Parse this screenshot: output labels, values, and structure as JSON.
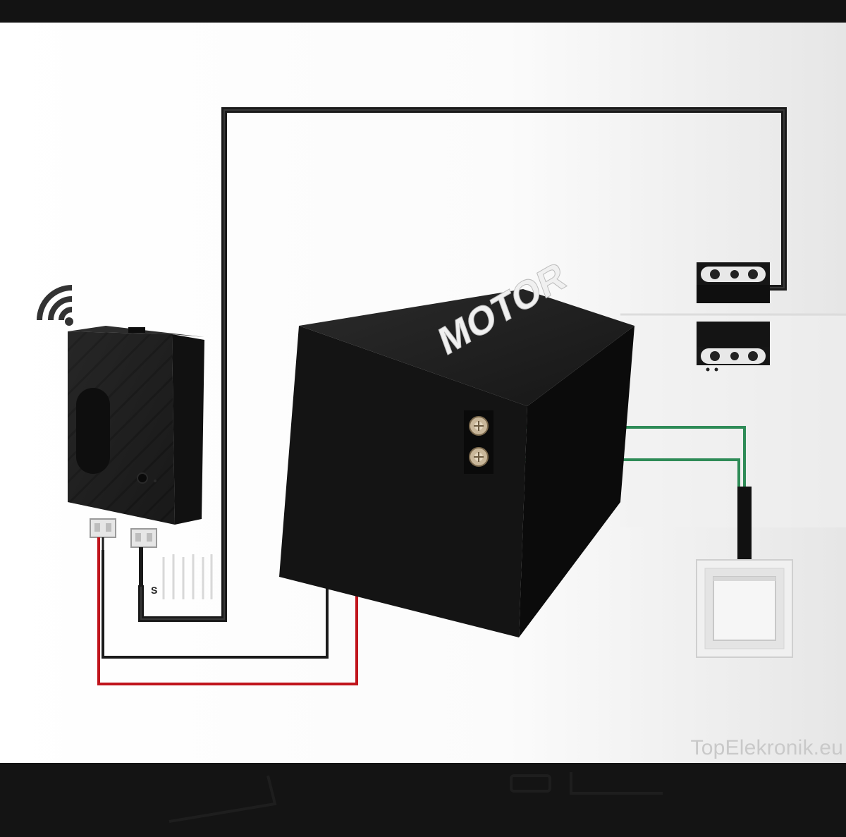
{
  "diagram": {
    "motor_label": "MOTOR",
    "pin_label": "S",
    "watermark": "TopElekronik.eu"
  },
  "colors": {
    "background": "#ffffff",
    "frame": "#111111",
    "device_body": "#1f1f1f",
    "motor_body": "#121212",
    "wire_black": "#1a1a1a",
    "wire_red": "#c0141c",
    "wire_green": "#2e8b57",
    "switch_plate": "#f2f2f2"
  },
  "icons": [
    "wifi-icon",
    "wall-switch-icon",
    "magnetic-sensor-icon",
    "connector-icon",
    "terminal-screw-icon"
  ]
}
